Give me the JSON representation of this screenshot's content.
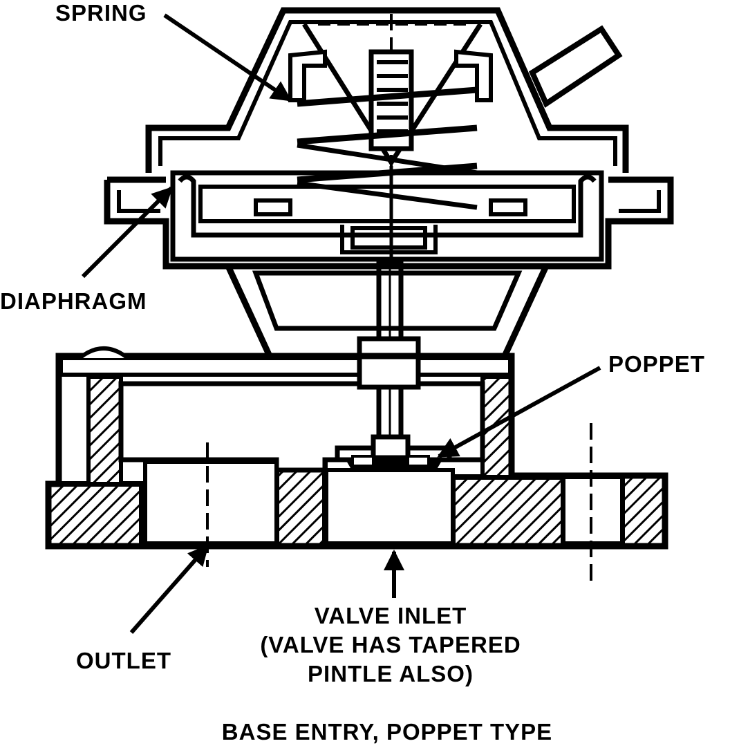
{
  "labels": {
    "spring": "SPRING",
    "diaphragm": "DIAPHRAGM",
    "poppet": "POPPET",
    "outlet": "OUTLET",
    "valve_inlet": [
      "VALVE INLET",
      "(VALVE HAS TAPERED",
      "PINTLE ALSO)"
    ]
  },
  "caption": "BASE ENTRY, POPPET TYPE"
}
